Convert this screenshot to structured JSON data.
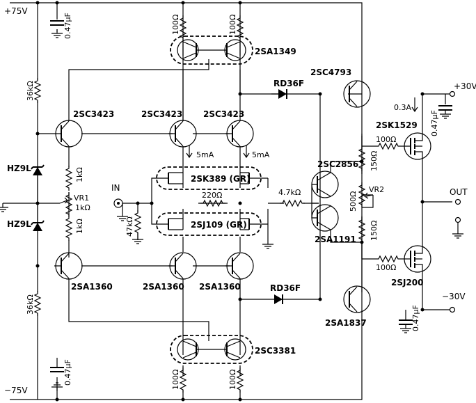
{
  "labels": {
    "pos_rail": "+75V",
    "neg_rail": "−75V",
    "pos30": "+30V",
    "neg30": "−30V",
    "out": "OUT",
    "in": "IN",
    "q_2sc3423_a": "2SC3423",
    "q_2sc3423_b": "2SC3423",
    "q_2sc3423_c": "2SC3423",
    "q_2sa1360_a": "2SA1360",
    "q_2sa1360_b": "2SA1360",
    "q_2sa1360_c": "2SA1360",
    "q_2sa1349": "2SA1349",
    "q_2sc3381": "2SC3381",
    "q_2sk389": "2SK389 (GR)",
    "q_2sj109": "2SJ109 (GR)",
    "q_2sc4793": "2SC4793",
    "q_2sa1837": "2SA1837",
    "q_2sc2856": "2SC2856",
    "q_2sa1191": "2SA1191",
    "q_2sk1529": "2SK1529",
    "q_2sj200": "2SJ200",
    "d_rd36f_top": "RD36F",
    "d_rd36f_bot": "RD36F",
    "z_hz9l_top": "HZ9L",
    "z_hz9l_bot": "HZ9L",
    "c_top_left": "0.47μF",
    "c_bot_left": "0.47μF",
    "c_pos30": "0.47μF",
    "c_neg30": "0.47μF",
    "r_36k_top": "36kΩ",
    "r_36k_bot": "36kΩ",
    "r_100_tl": "100Ω",
    "r_100_tr": "100Ω",
    "r_100_bl": "100Ω",
    "r_100_br": "100Ω",
    "r_1k_top": "1kΩ",
    "r_1k_bot": "1kΩ",
    "vr1": "VR1",
    "vr1_val": "1kΩ",
    "vr2": "VR2",
    "r_220": "220Ω",
    "r_47k": "47kΩ",
    "r_4k7": "4.7kΩ",
    "r_150_top": "150Ω",
    "r_150_bot": "150Ω",
    "r_500": "500Ω",
    "r_100_gate_top": "100Ω",
    "r_100_gate_bot": "100Ω",
    "i_5ma_left": "5mA",
    "i_5ma_right": "5mA",
    "i_03a": "0.3A"
  }
}
